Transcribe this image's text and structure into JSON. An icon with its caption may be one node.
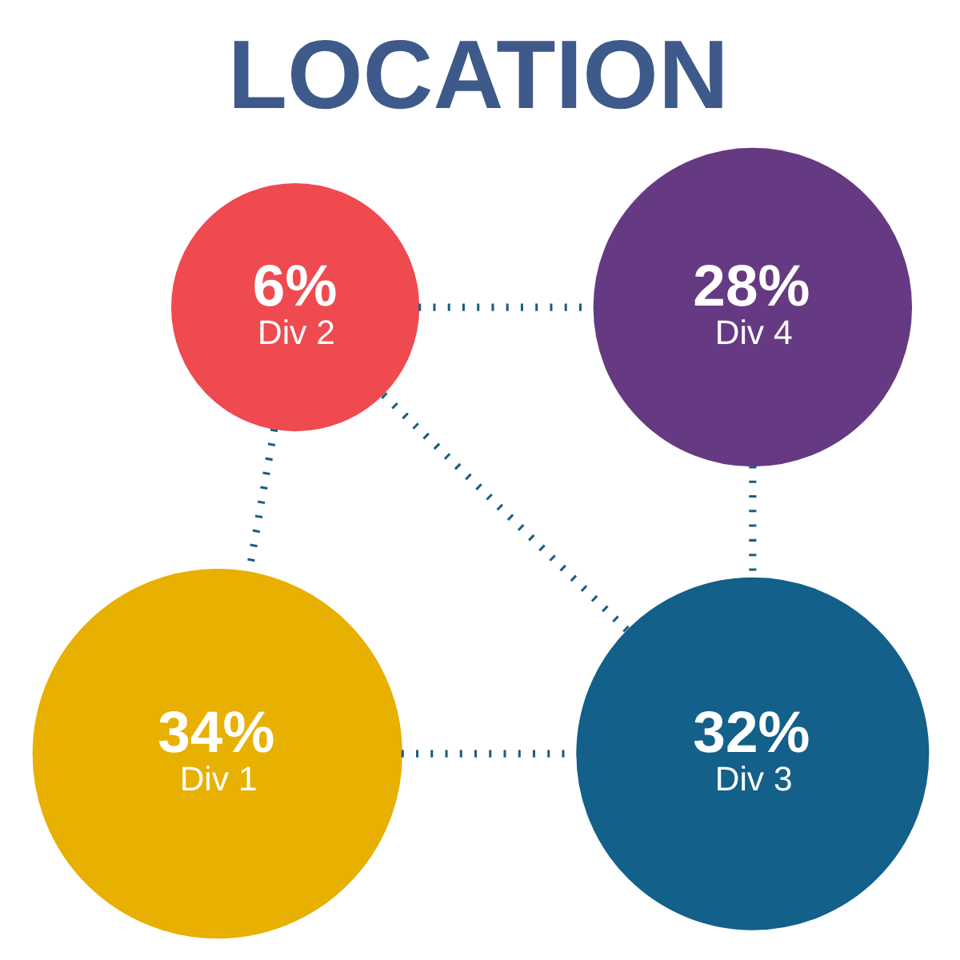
{
  "diagram": {
    "title": "LOCATION",
    "nodes": [
      {
        "text": [
          "6%",
          "Div 2"
        ]
      },
      {
        "text": [
          "28%",
          "Div 4"
        ]
      },
      {
        "text": [
          "34%",
          "Div 1"
        ]
      },
      {
        "text": [
          "32%",
          "Div 3"
        ]
      }
    ],
    "edges": [
      {
        "from": 0,
        "to": 1,
        "arrow": "none"
      },
      {
        "from": 0,
        "to": 2,
        "arrow": "none"
      },
      {
        "from": 0,
        "to": 3,
        "arrow": "none"
      },
      {
        "from": 1,
        "to": 3,
        "arrow": "none"
      },
      {
        "from": 2,
        "to": 3,
        "arrow": "none"
      }
    ]
  }
}
